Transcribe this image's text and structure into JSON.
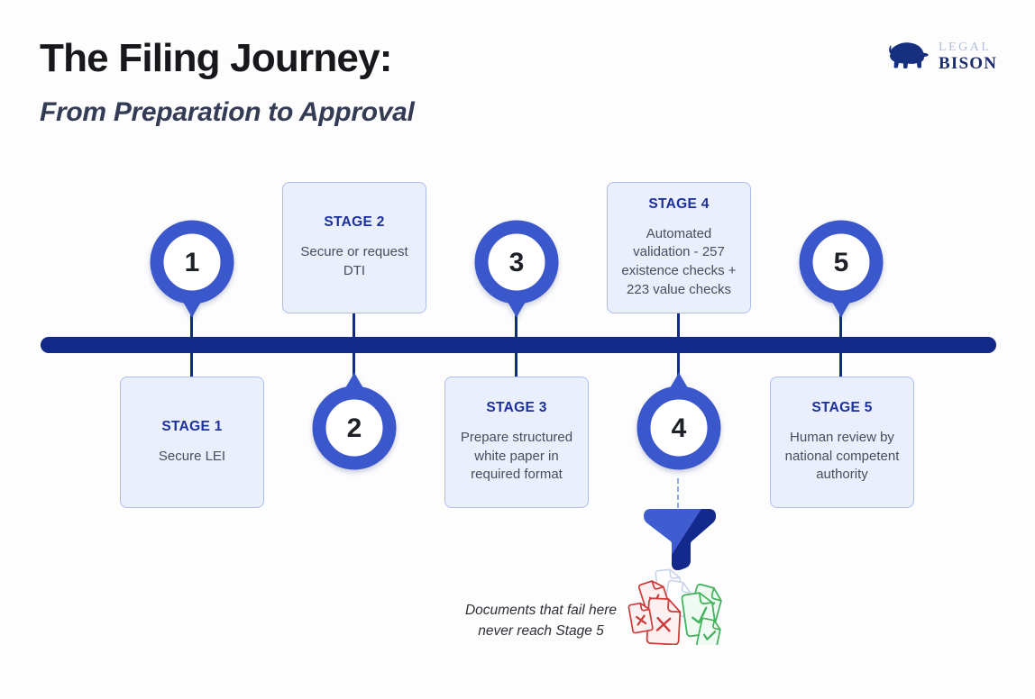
{
  "header": {
    "title": "The Filing Journey:",
    "subtitle": "From Preparation to Approval",
    "logo": {
      "line1": "LEGAL",
      "line2": "BISON"
    }
  },
  "stages": [
    {
      "number": "1",
      "label": "STAGE 1",
      "description": "Secure LEI"
    },
    {
      "number": "2",
      "label": "STAGE 2",
      "description": "Secure or request DTI"
    },
    {
      "number": "3",
      "label": "STAGE 3",
      "description": "Prepare structured white paper in required format"
    },
    {
      "number": "4",
      "label": "STAGE 4",
      "description": "Automated validation - 257 existence checks + 223 value checks"
    },
    {
      "number": "5",
      "label": "STAGE 5",
      "description": "Human review by national competent authority"
    }
  ],
  "funnel_caption": {
    "line1": "Documents that fail here",
    "line2": "never reach Stage 5"
  },
  "colors": {
    "accent_blue": "#3b57cc",
    "timeline_navy": "#13298a",
    "card_background": "#e9effc",
    "card_border": "#aebdf0",
    "stage_label_blue": "#1c2f9e",
    "body_text": "#474e5c",
    "fail_red": "#cc3a3a",
    "pass_green": "#43b05c",
    "logo_light": "#b3bfda",
    "logo_dark": "#1c2d6e"
  }
}
